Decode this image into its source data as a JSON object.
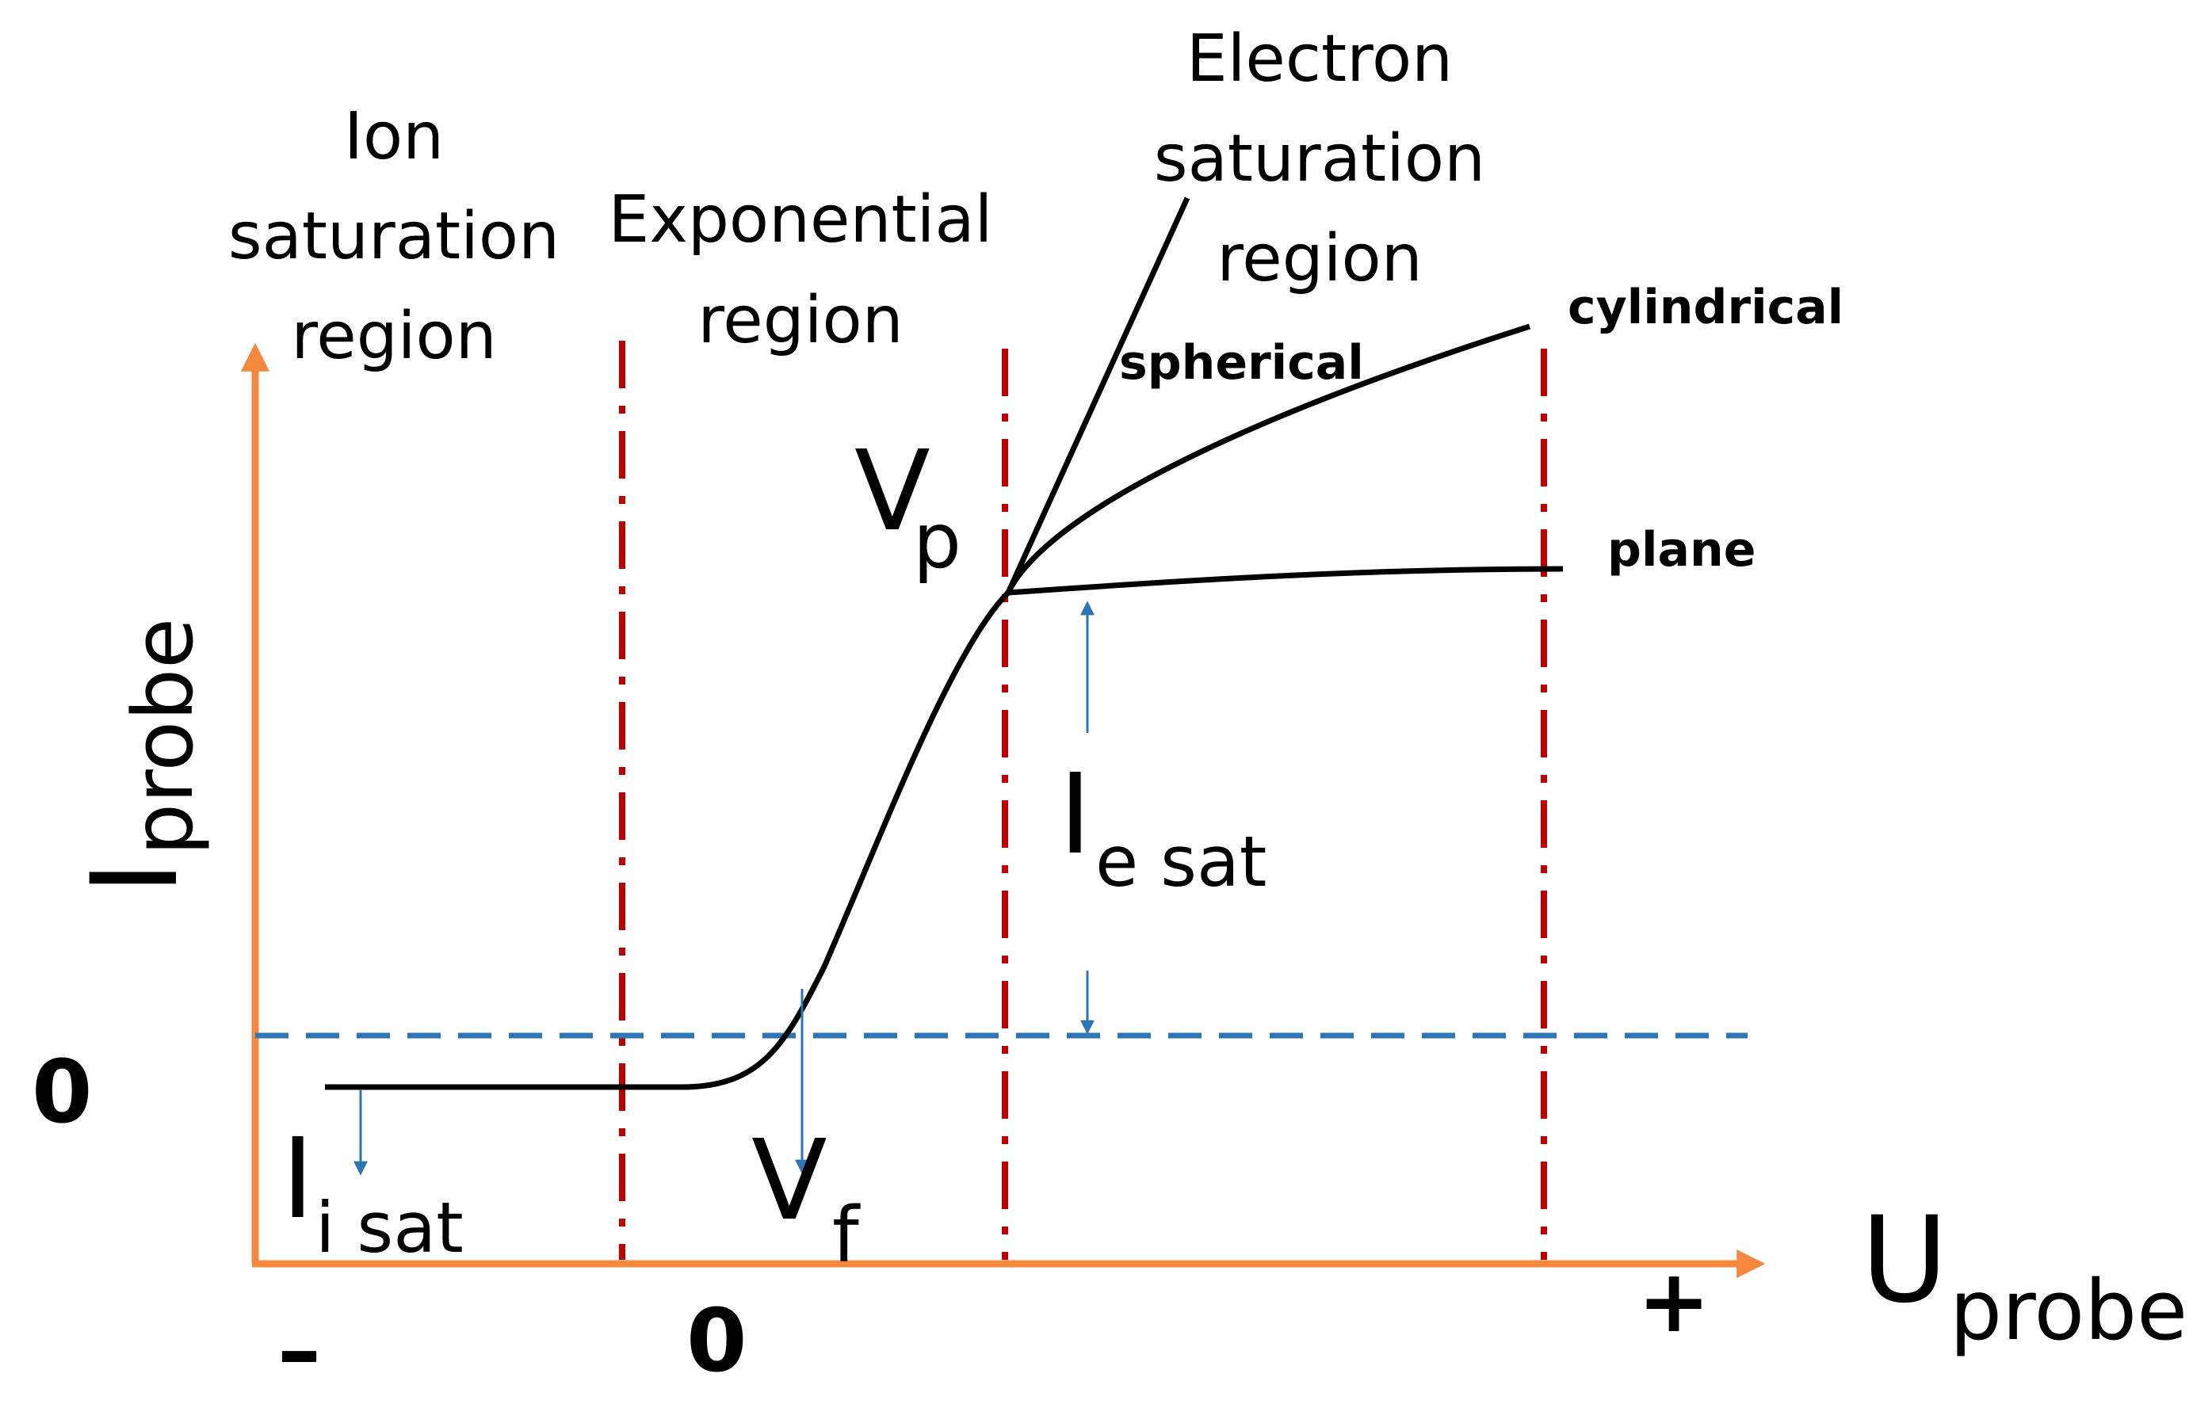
{
  "colors": {
    "axis": "#F5883C",
    "region_divider": "#C00000",
    "zero_current_line": "#2E75B6",
    "curve": "#000000",
    "arrow": "#2E75B6"
  },
  "regions": {
    "ion": [
      "Ion",
      "saturation",
      "region"
    ],
    "exponential": [
      "Exponential",
      "region"
    ],
    "electron": [
      "Electron",
      "saturation",
      "region"
    ]
  },
  "curves": {
    "spherical": "spherical",
    "cylindrical": "cylindrical",
    "plane": "plane"
  },
  "axes": {
    "y_main": "I",
    "y_sub": "probe",
    "x_main": "U",
    "x_sub": "probe",
    "y_zero": "0",
    "x_minus": "–",
    "x_zero": "0",
    "x_plus": "+"
  },
  "labels": {
    "vp_main": "V",
    "vp_sub": "p",
    "vf_main": "V",
    "vf_sub": "f",
    "iesat_main": "I",
    "iesat_sub": "e sat",
    "iisat_main": "I",
    "iisat_sub": "i sat"
  }
}
